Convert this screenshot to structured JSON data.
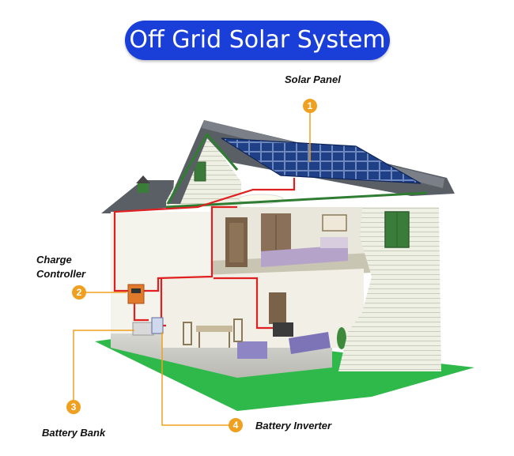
{
  "title": "Off Grid Solar System",
  "components": [
    {
      "number": "1",
      "label": "Solar Panel"
    },
    {
      "number": "2",
      "label_line1": "Charge",
      "label_line2": "Controller"
    },
    {
      "number": "3",
      "label": "Battery Bank"
    },
    {
      "number": "4",
      "label": "Battery Inverter"
    }
  ],
  "colors": {
    "title_bg": "#1a3fd8",
    "badge": "#f0a020",
    "leader_line": "#f0a020",
    "wiring": "#e02020",
    "roof": "#5a5f66",
    "solar_panel": "#1f3f86",
    "lawn": "#2fb94a",
    "siding": "#eef0e4",
    "trim": "#2e7d32"
  }
}
